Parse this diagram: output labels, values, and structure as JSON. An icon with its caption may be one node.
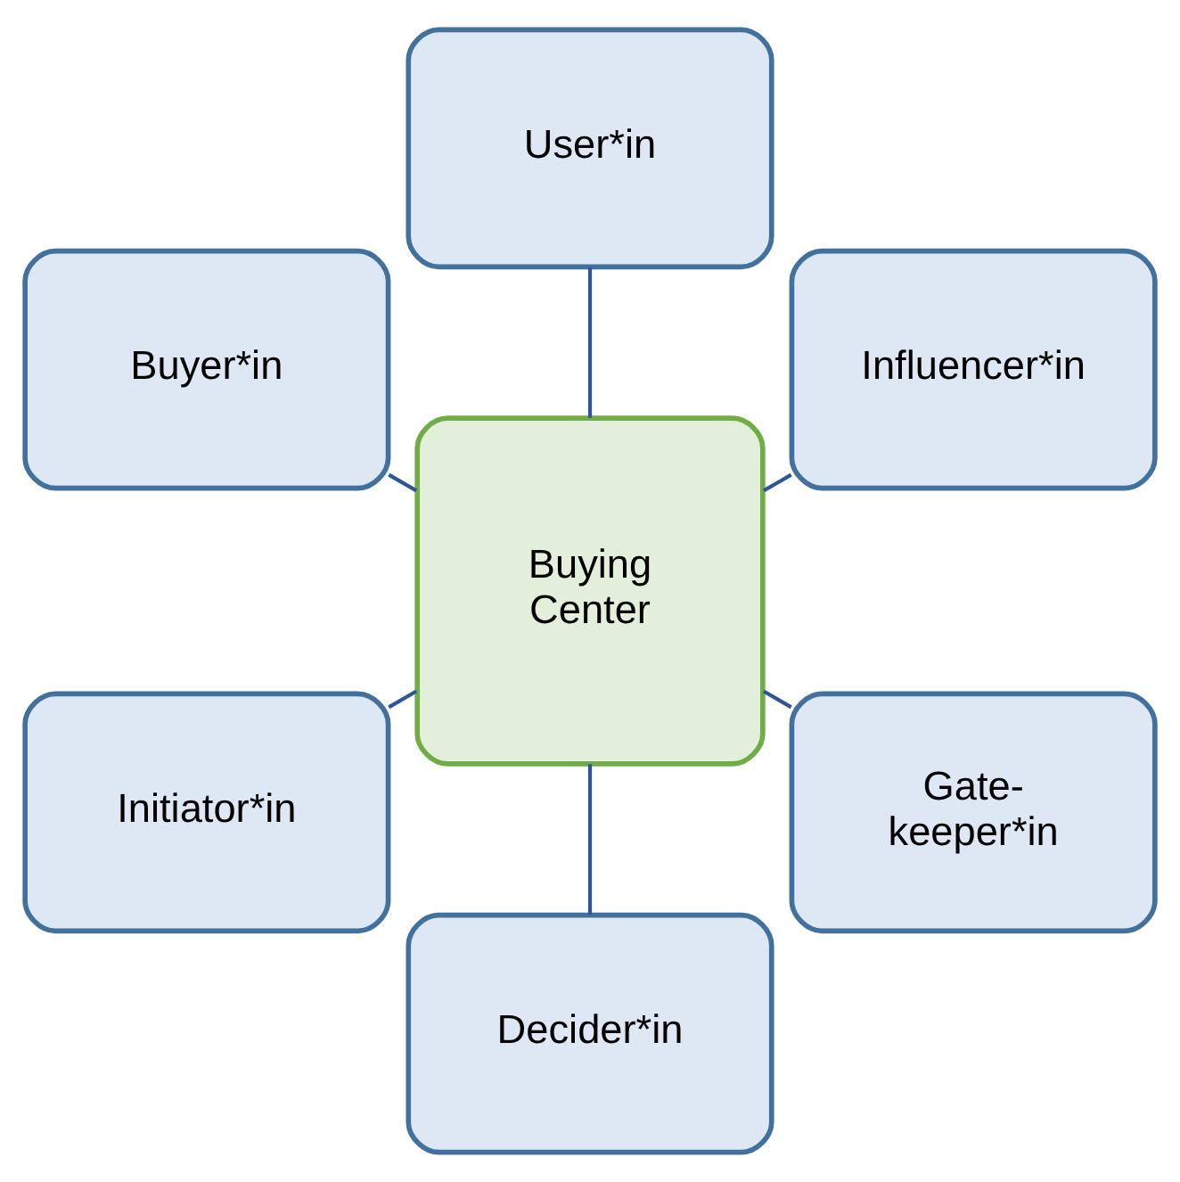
{
  "diagram": {
    "nodes": [
      {
        "text": [
          "Influencer*in"
        ]
      },
      {
        "text": [
          "User*in"
        ]
      },
      {
        "text": [
          "Buyer*in"
        ]
      },
      {
        "text": [
          "Buying Center"
        ]
      },
      {
        "text": [
          "Initiator*in"
        ]
      },
      {
        "text": [
          "Decider*in"
        ]
      },
      {
        "text": [
          "Gate- keeper*in"
        ]
      }
    ],
    "edges": [
      {
        "from": 3,
        "to": 0,
        "arrow": "none"
      },
      {
        "from": 3,
        "to": 1,
        "arrow": "none"
      },
      {
        "from": 3,
        "to": 2,
        "arrow": "none"
      },
      {
        "from": 3,
        "to": 4,
        "arrow": "none"
      },
      {
        "from": 3,
        "to": 5,
        "arrow": "none"
      },
      {
        "from": 3,
        "to": 6,
        "arrow": "none"
      }
    ]
  }
}
